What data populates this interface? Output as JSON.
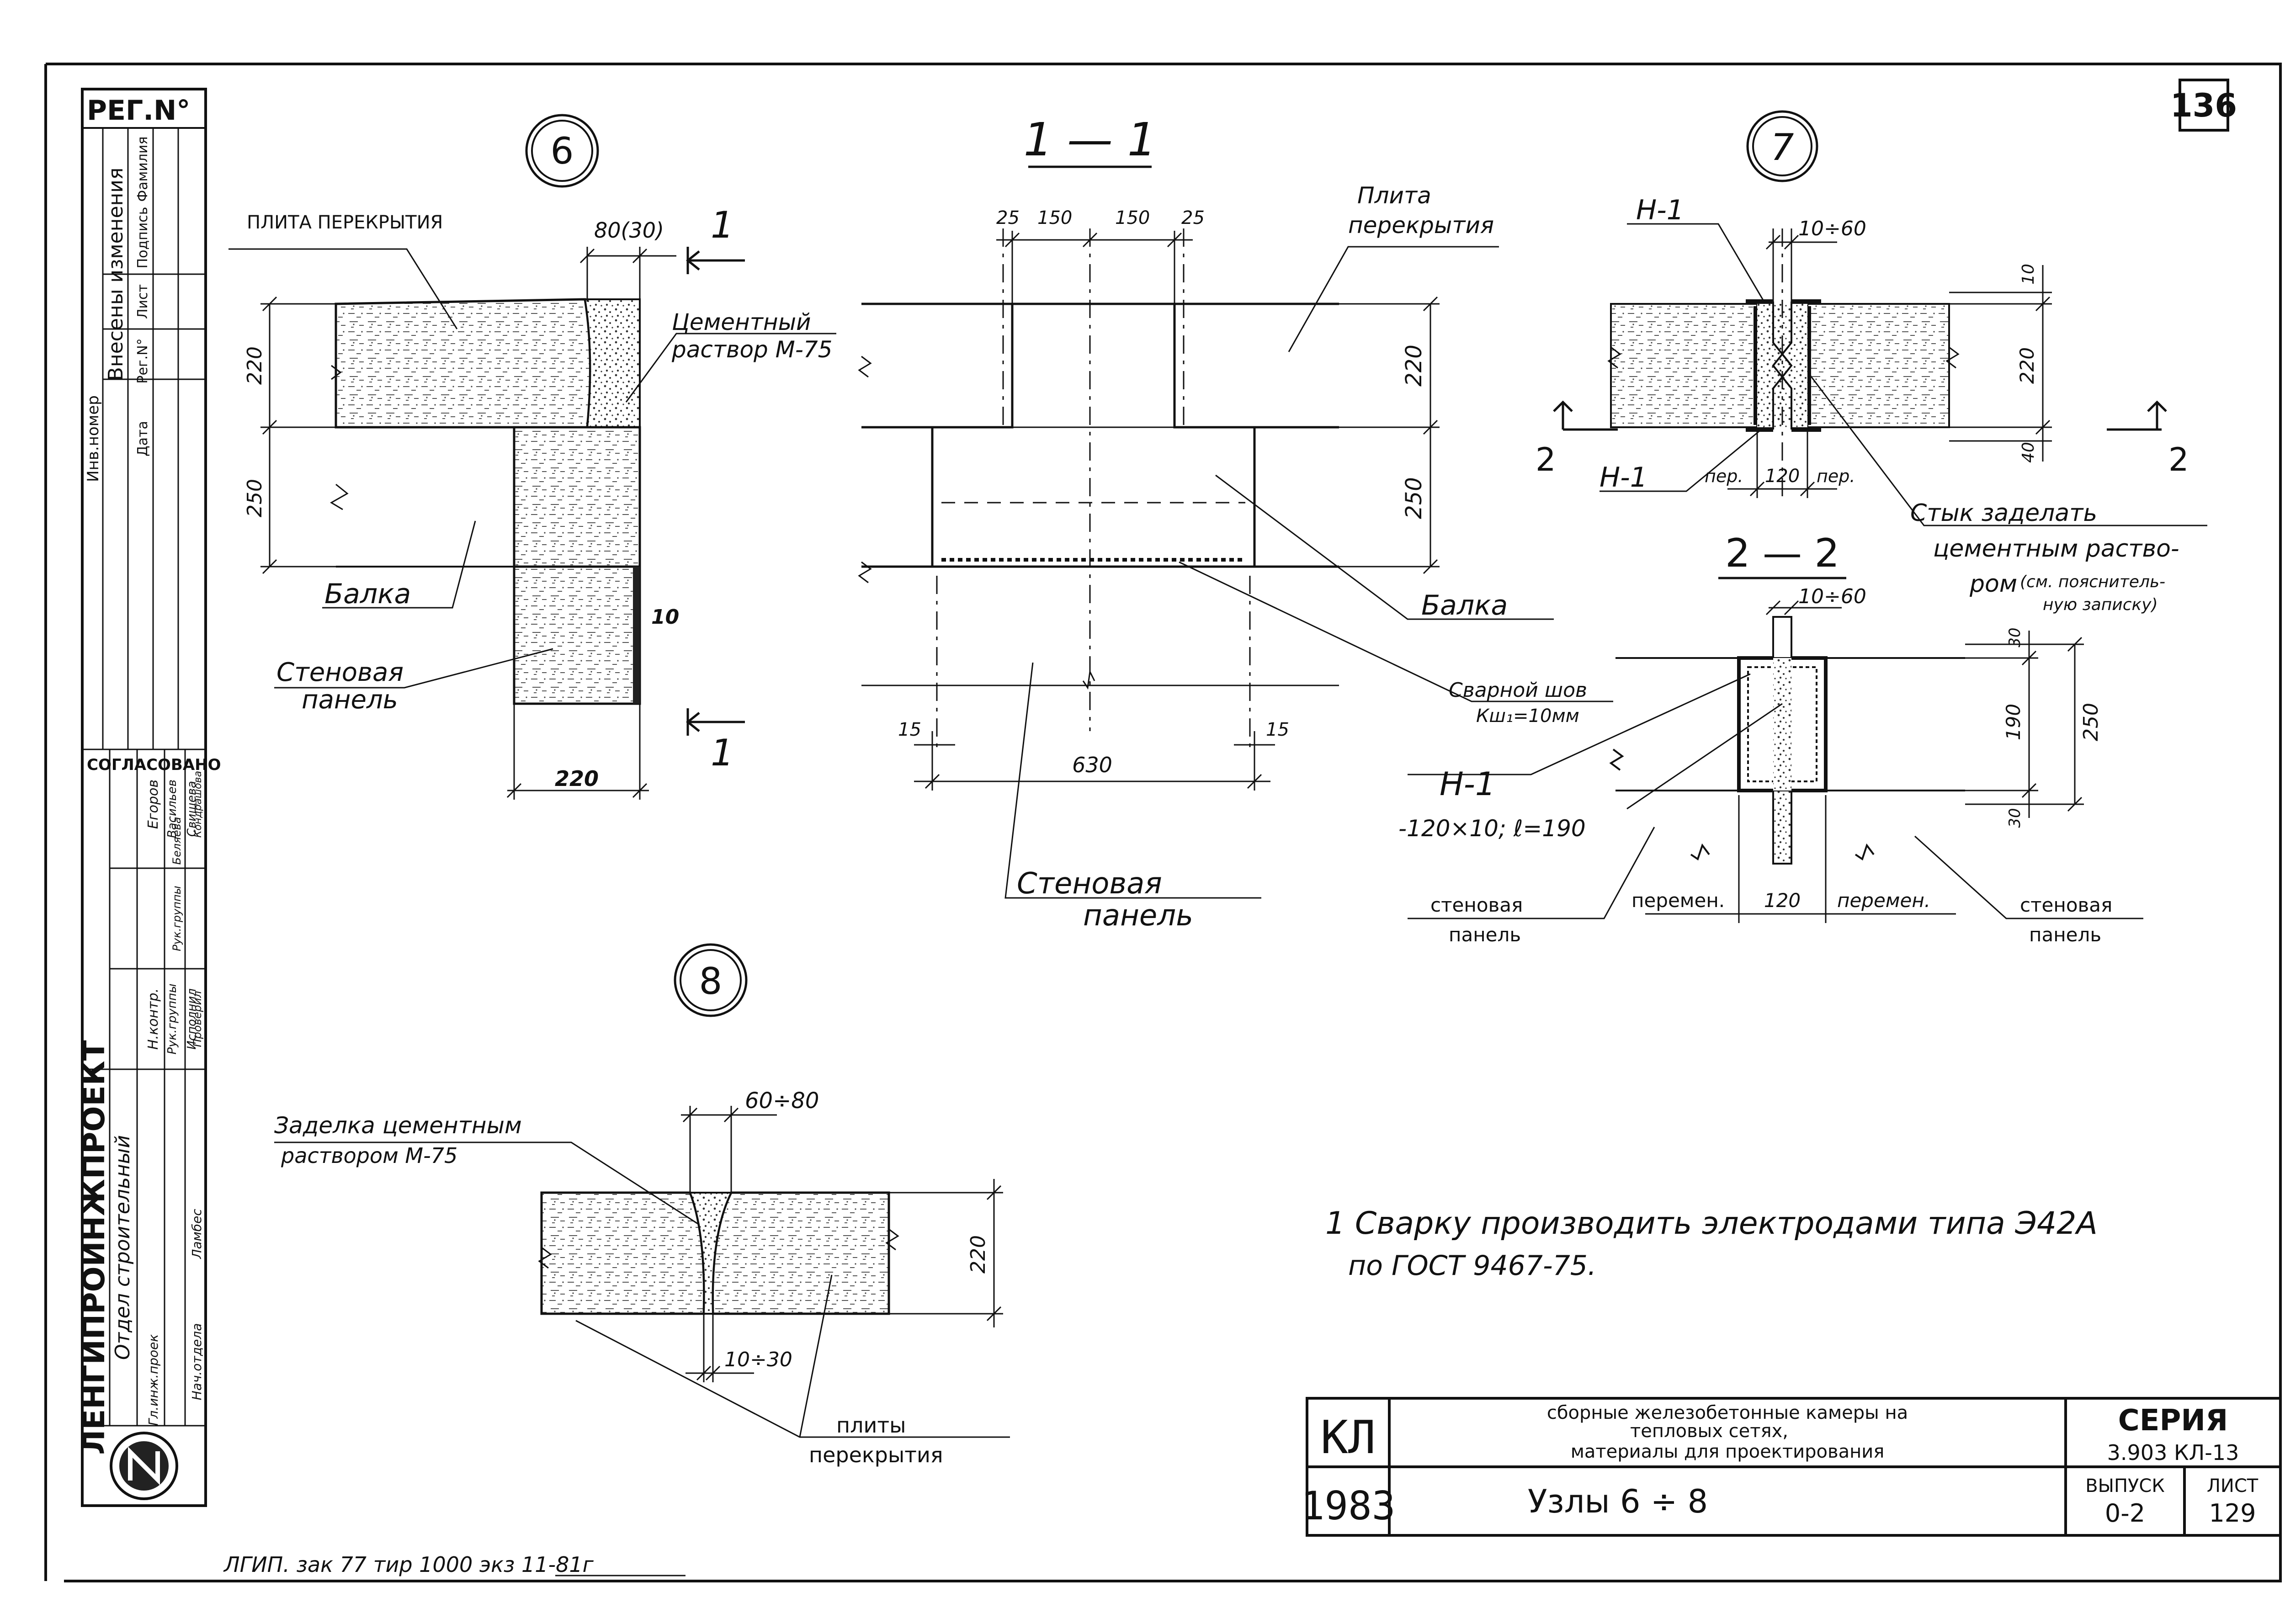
{
  "sheet_number_top": "136",
  "left_stamp": {
    "reg_no": "РЕГ.N°",
    "changes_block": {
      "inventory_no": "Инв.номер",
      "title": "Внесены изменения",
      "columns": [
        "Дата",
        "Рег.N°",
        "Лист",
        "Подпись",
        "Фамилия"
      ]
    },
    "agreed": "СОГЛАСОВАНО",
    "org_name": "ЛЕНГИПРОИНЖПРОЕКТ",
    "department": "Отдел строительный",
    "signatures": [
      {
        "role": "Нач.отдела",
        "name": "Ламбес"
      },
      {
        "role": "Гл.инж.проек",
        "name": ""
      },
      {
        "role": "Н.контр.",
        "name": "Егоров"
      },
      {
        "role": "Рук.группы",
        "name": "Васильев"
      },
      {
        "role": "Рук.группы",
        "name": "Беляева"
      },
      {
        "role": "Исполнил",
        "name": "Свищева"
      },
      {
        "role": "Проверил",
        "name": "Кондрашова"
      }
    ]
  },
  "node6": {
    "number": "6",
    "labels": {
      "slab": "ПЛИТА ПЕРЕКРЫТИЯ",
      "mortar_1": "Цементный",
      "mortar_2": "раствор М-75",
      "beam": "Балка",
      "panel_1": "Стеновая",
      "panel_2": "панель"
    },
    "dims": {
      "gap": "80(30)",
      "h1": "220",
      "h2": "250",
      "w": "220",
      "d10": "10"
    },
    "cut_mark": "1"
  },
  "section11": {
    "title": "1 — 1",
    "labels": {
      "slab_1": "Плита",
      "slab_2": "перекрытия",
      "beam": "Балка",
      "weld_1": "Сварной шов",
      "weld_2": "Кш₁=10мм",
      "panel_1": "Стеновая",
      "panel_2": "панель"
    },
    "dims": {
      "d25a": "25",
      "d150a": "150",
      "d150b": "150",
      "d25b": "25",
      "h220": "220",
      "h250": "250",
      "d15a": "15",
      "d15b": "15",
      "w630": "630"
    }
  },
  "node7": {
    "number": "7",
    "labels": {
      "h1_top": "Н-1",
      "h1_bot": "Н-1",
      "per_left": "пер.",
      "per_right": "пер.",
      "joint_1": "Стык заделать",
      "joint_2": "цементным раство-",
      "joint_3": "ром",
      "joint_note_1": "(см. пояснитель-",
      "joint_note_2": "ную записку)"
    },
    "dims": {
      "gap": "10÷60",
      "t10": "10",
      "h220": "220",
      "h40": "40",
      "w120": "120"
    },
    "cut_left": "2",
    "cut_right": "2"
  },
  "section22": {
    "title": "2 — 2",
    "labels": {
      "h1": "Н-1",
      "h1_spec": "-120×10; ℓ=190",
      "panel_left_1": "стеновая",
      "panel_left_2": "панель",
      "panel_right_1": "стеновая",
      "panel_right_2": "панель",
      "var_left": "перемен.",
      "var_right": "перемен."
    },
    "dims": {
      "gap": "10÷60",
      "d30a": "30",
      "d190": "190",
      "d30b": "30",
      "d250": "250",
      "w120": "120"
    }
  },
  "node8": {
    "number": "8",
    "labels": {
      "fill_1": "Заделка цементным",
      "fill_2": "раствором М-75",
      "slabs_1": "плиты",
      "slabs_2": "перекрытия"
    },
    "dims": {
      "top": "60÷80",
      "bottom": "10÷30",
      "h220": "220"
    }
  },
  "note": {
    "line1": "1 Сварку производить электродами типа Э42А",
    "line2": "по ГОСТ 9467-75."
  },
  "title_block": {
    "code": "КЛ",
    "year": "1983",
    "desc_1": "сборные железобетонные камеры на",
    "desc_2": "тепловых сетях,",
    "desc_3": "материалы для проектирования",
    "sheet_title": "Узлы 6 ÷ 8",
    "series_label": "СЕРИЯ",
    "series_value": "3.903 КЛ-13",
    "issue_label": "ВЫПУСК",
    "issue_value": "0-2",
    "sheet_label": "ЛИСТ",
    "sheet_value": "129"
  },
  "print_note": "ЛГИП. зак 77 тир 1000 экз 11-81г"
}
